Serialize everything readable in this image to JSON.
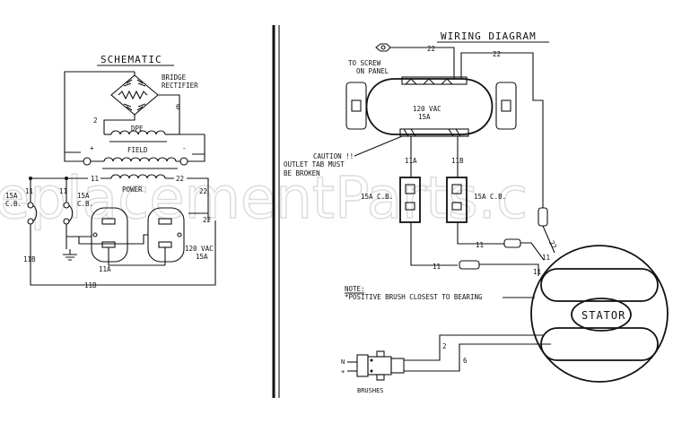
{
  "watermark": "eplacementParts.c",
  "schematic": {
    "title": "SCHEMATIC",
    "bridge_label_1": "BRIDGE",
    "bridge_label_2": "RECTIFIER",
    "dpe_label": "DPE",
    "field_label": "FIELD",
    "power_label": "POWER",
    "plus": "+",
    "minus": "-",
    "w2": "2",
    "w6": "6",
    "w11_top": "11",
    "w22_top": "22",
    "w11_left": "11",
    "w11_mid": "11",
    "w22_right": "22",
    "w22_right2": "22",
    "cb1_1": "15A",
    "cb1_2": "C.B.",
    "cb2_1": "15A",
    "cb2_2": "C.B.",
    "w11b_left": "11B",
    "w11a": "11A",
    "w11b_bottom": "11B",
    "volt_1": "120 VAC",
    "volt_2": "15A"
  },
  "wiring": {
    "title": "WIRING DIAGRAM",
    "screw_1": "TO SCREW",
    "screw_2": "ON PANEL",
    "w22_a": "22",
    "w22_b": "22",
    "outlet_1": "120 VAC",
    "outlet_2": "15A",
    "caution_1": "CAUTION !!",
    "caution_2": "OUTLET TAB MUST",
    "caution_3": "BE BROKEN",
    "w11a": "11A",
    "w11b": "11B",
    "cb_left": "15A C.B.",
    "cb_right": "15A C.B.",
    "w11_a": "11",
    "w11_b": "11",
    "w11_c": "11",
    "w11_d": "11",
    "w22_c": "22",
    "note_title": "NOTE:",
    "note_text": "*POSITIVE BRUSH CLOSEST TO BEARING",
    "stator": "STATOR",
    "w2": "2",
    "w6": "6",
    "brush_n": "N",
    "brush_p": "+",
    "brushes": "BRUSHES"
  }
}
